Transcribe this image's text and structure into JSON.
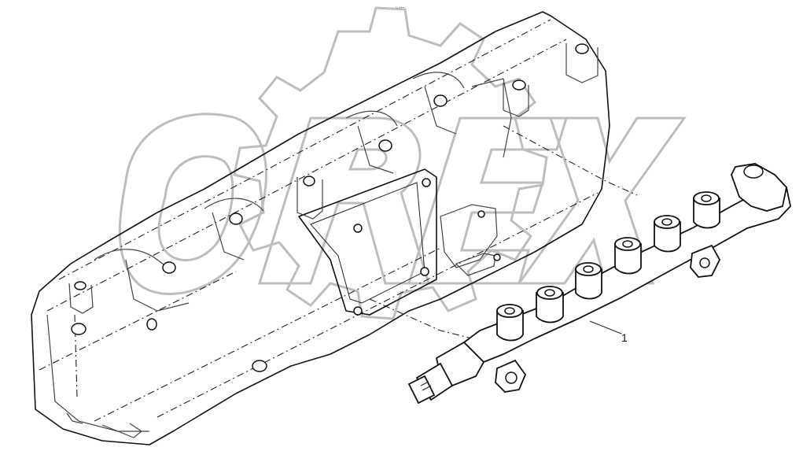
{
  "diagram": {
    "top_mark": "″₁ ∘∘∘",
    "callouts": [
      {
        "label": "1",
        "target": "fuel-rail"
      }
    ],
    "watermark_text": "OREX"
  },
  "colors": {
    "line": "#111111",
    "watermark": "#bdbdbd",
    "background": "#ffffff"
  }
}
